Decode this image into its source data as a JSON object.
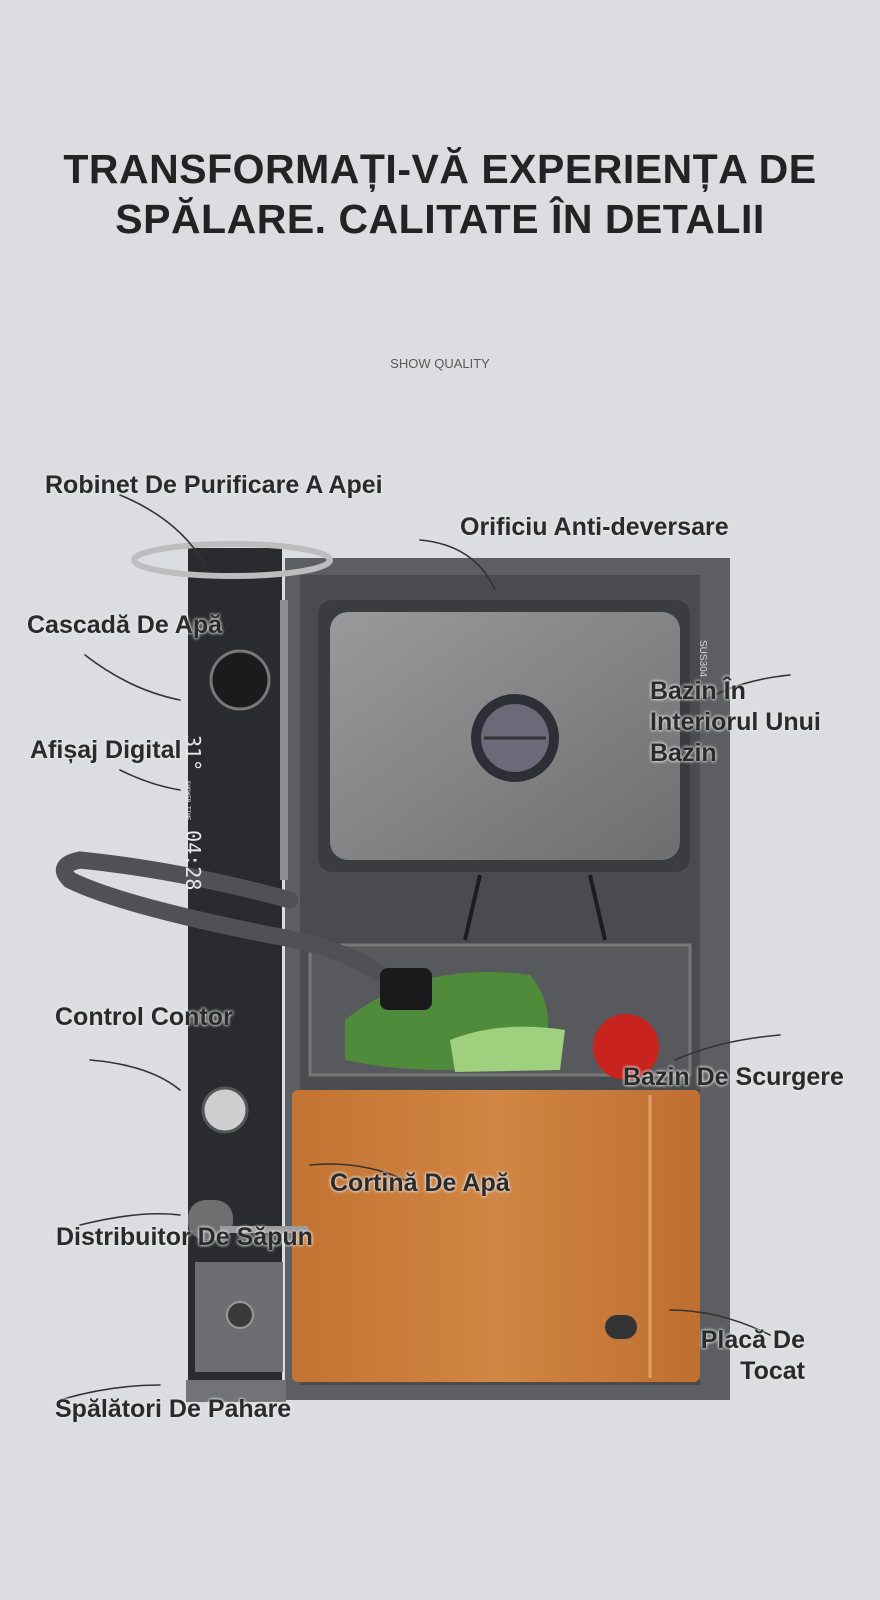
{
  "header": {
    "title_line1": "TRANSFORMAȚI-VĂ EXPERIENȚA DE",
    "title_line2": "SPĂLARE. CALITATE ÎN DETALII",
    "subtitle": "SHOW QUALITY"
  },
  "product": {
    "display_temp": "31°",
    "display_time": "04:28",
    "display_caption": "SHOWER TIME",
    "material_mark": "SUS304"
  },
  "labels": {
    "purifying_faucet": "Robinet De Purificare A Apei",
    "overflow": "Orificiu Anti-deversare",
    "waterfall": "Cascadă De Apă",
    "basin_in_basin_1": "Bazin În",
    "basin_in_basin_2": "Interiorul Unui",
    "basin_in_basin_3": "Bazin",
    "digital_display": "Afișaj Digital",
    "counter_control": "Control Contor",
    "drain_basket": "Bazin De Scurgere",
    "water_curtain": "Cortină De Apă",
    "soap_dispenser": "Distribuitor De Săpun",
    "cutting_board_1": "Placă De",
    "cutting_board_2": "Tocat",
    "glass_rinser": "Spălători De Pahare"
  },
  "colors": {
    "background": "#dcdde1",
    "sink_body": "#5d5e61",
    "panel": "#2a2b2e",
    "board": "#c97a3c"
  }
}
